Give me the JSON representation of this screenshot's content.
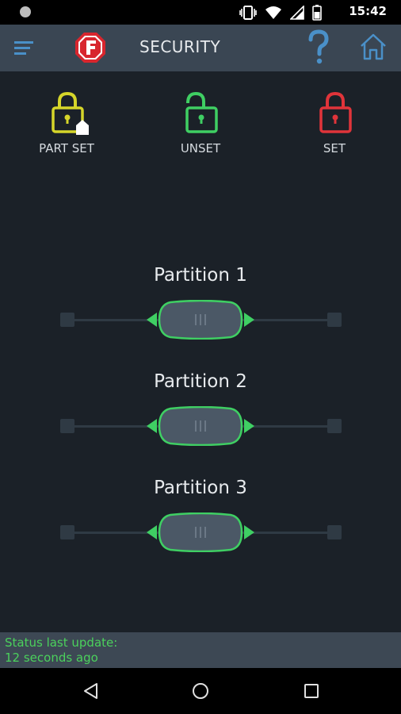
{
  "status_bar": {
    "time": "15:42"
  },
  "app_bar": {
    "title": "SECURITY"
  },
  "modes": [
    {
      "label": "PART SET",
      "color": "#d6d62a",
      "icon": "padlock-home-icon"
    },
    {
      "label": "UNSET",
      "color": "#3fcf63",
      "icon": "padlock-open-icon"
    },
    {
      "label": "SET",
      "color": "#e0343a",
      "icon": "padlock-closed-icon"
    }
  ],
  "partitions": [
    {
      "name": "Partition 1",
      "state": "unset"
    },
    {
      "name": "Partition 2",
      "state": "unset"
    },
    {
      "name": "Partition 3",
      "state": "unset"
    }
  ],
  "footer": {
    "line1": "Status last update:",
    "line2": "12 seconds ago",
    "color": "#4bd15c"
  },
  "colors": {
    "background": "#1b2128",
    "appbar": "#3a4653",
    "accent_green": "#3fcf63",
    "accent_blue": "#4a90c8"
  }
}
